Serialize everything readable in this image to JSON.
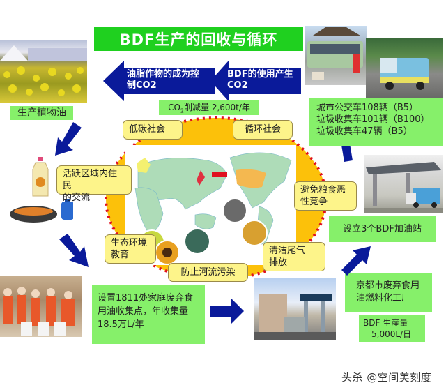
{
  "title": "BDF生产的回收与循环",
  "top_arrows": {
    "left": {
      "line1": "油脂作物的成为控",
      "line2": "制CO2"
    },
    "right": {
      "line1": "BDF的使用产生",
      "line2": "CO2"
    }
  },
  "co2_reduction": {
    "prefix": "CO",
    "sub": "2",
    "suffix": "削减量  2,600t/年"
  },
  "left_column": {
    "plant_oil_label": "生产植物油"
  },
  "cycle_tags": {
    "low_carbon": "低碳社会",
    "recycle": "循环社会",
    "exchange_line1": "活跃区域内住民",
    "exchange_line2": "的交流",
    "food_line1": "避免粮食恶",
    "food_line2": "性竞争",
    "eco_line1": "生态环境",
    "eco_line2": "教育",
    "exhaust_line1": "清洁尾气",
    "exhaust_line2": "排放",
    "river": "防止河流污染"
  },
  "vehicles": {
    "line1": "城市公交车108辆（B5）",
    "line2": "垃圾收集车101辆（B100）",
    "line3": "垃圾收集车47辆（B5）"
  },
  "stations": "设立3个BDF加油站",
  "factory": {
    "line1": "京都市废弃食用",
    "line2": "油燃料化工厂"
  },
  "production": {
    "line1": "BDF 生産量",
    "line2": "5,000L/日"
  },
  "collection": {
    "line1": "设置1811处家庭废弃食",
    "line2": "用油收集点，年收集量",
    "line3": "18.5万L/年"
  },
  "watermark": "头杀 @空间美刻度",
  "colors": {
    "title_green": "#1fd01f",
    "box_green": "#86f06a",
    "arrow_blue": "#0a1a9a",
    "ring_orange": "#fcc10a",
    "dot_red": "#e01020",
    "tag_yellow": "#fdf48a"
  }
}
